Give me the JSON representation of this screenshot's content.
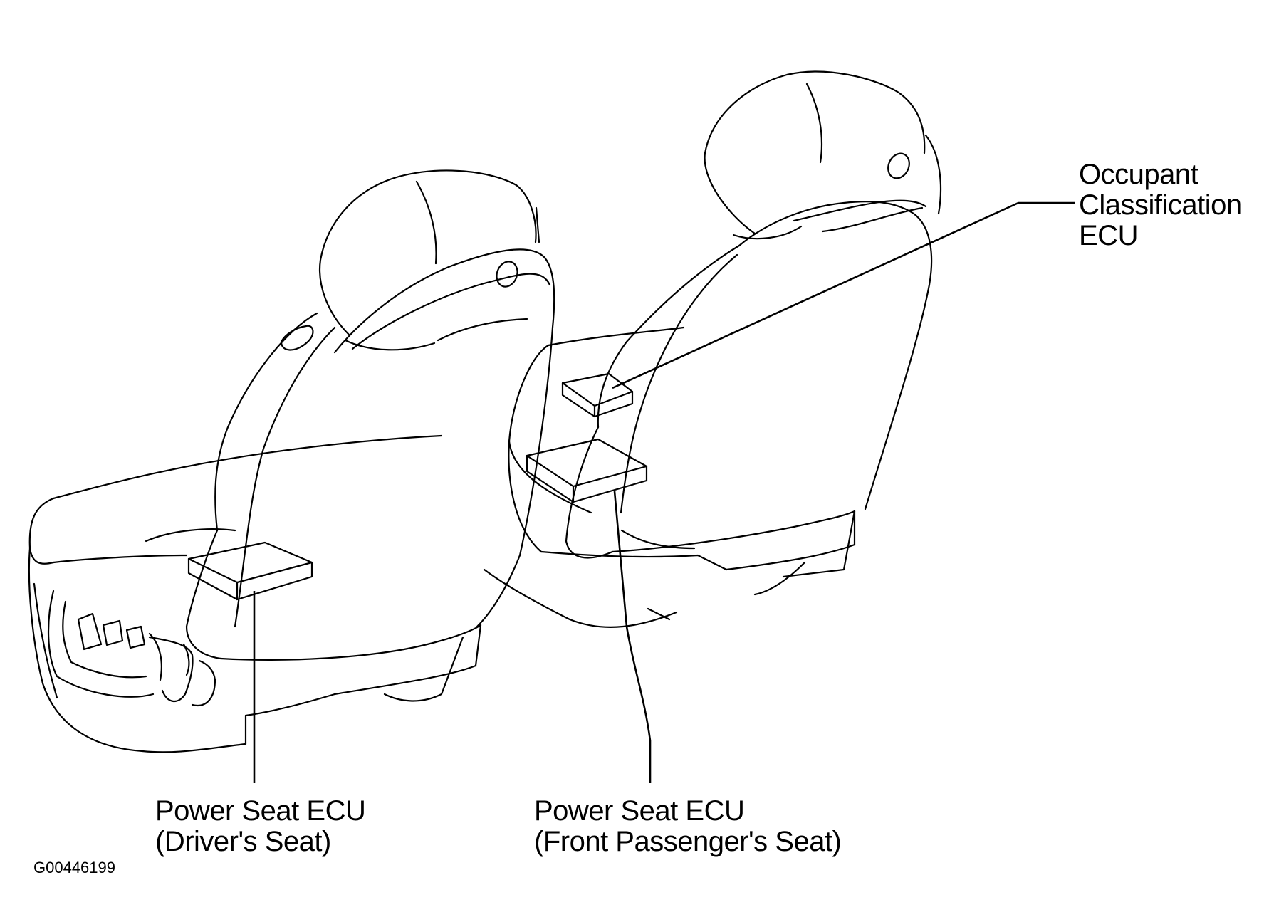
{
  "labels": {
    "occupant_ecu": [
      "Occupant",
      "Classification",
      "ECU"
    ],
    "driver_ecu": [
      "Power Seat ECU",
      "(Driver's Seat)"
    ],
    "passenger_ecu": [
      "Power Seat ECU",
      "(Front Passenger's Seat)"
    ]
  },
  "figure_code": "G00446199",
  "colors": {
    "line": "#000000",
    "background": "#ffffff"
  }
}
